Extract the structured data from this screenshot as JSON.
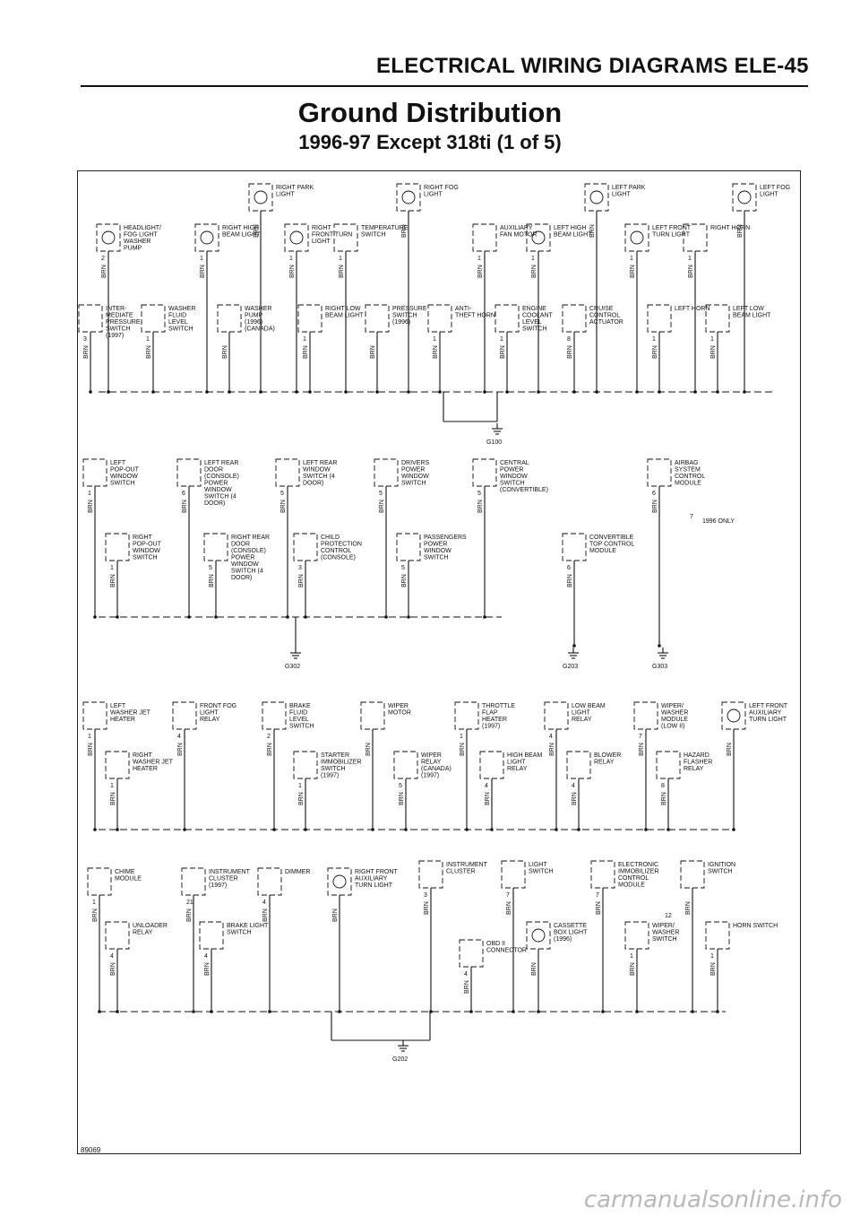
{
  "header": {
    "section_title": "ELECTRICAL WIRING DIAGRAMS ELE-45"
  },
  "title": "Ground Distribution",
  "subtitle": "1996-97 Except 318ti (1 of 5)",
  "figure_code": "89069",
  "footer": "carmanualsonline.info",
  "wire_color": "BRN",
  "grounds": [
    "G100",
    "G302",
    "G203",
    "G303",
    "G202"
  ],
  "section1": {
    "top_components": [
      {
        "label": "HEADLIGHT/ FOG LIGHT WASHER PUMP",
        "pin": "2"
      },
      {
        "label": "RIGHT HIGH BEAM LIGHT",
        "pin": "1"
      },
      {
        "label": "RIGHT PARK LIGHT",
        "pin": ""
      },
      {
        "label": "RIGHT FRONT TURN LIGHT",
        "pin": "1"
      },
      {
        "label": "TEMPERATURE SWITCH",
        "pin": "1"
      },
      {
        "label": "RIGHT FOG LIGHT",
        "pin": ""
      },
      {
        "label": "AUXILIARY FAN MOTOR",
        "pin": "1"
      },
      {
        "label": "LEFT HIGH BEAM LIGHT",
        "pin": "1"
      },
      {
        "label": "LEFT PARK LIGHT",
        "pin": ""
      },
      {
        "label": "LEFT FRONT TURN LIGHT",
        "pin": "1"
      },
      {
        "label": "RIGHT HORN",
        "pin": "1"
      },
      {
        "label": "LEFT FOG LIGHT",
        "pin": ""
      }
    ],
    "mid_components": [
      {
        "label": "INTER- MEDIATE PRESSURE SWITCH (1997)",
        "pin": "3"
      },
      {
        "label": "WASHER FLUID LEVEL SWITCH",
        "pin": "1"
      },
      {
        "label": "WASHER PUMP (1996) (CANADA)",
        "pin": ""
      },
      {
        "label": "RIGHT LOW BEAM LIGHT",
        "pin": "1"
      },
      {
        "label": "PRESSURE SWITCH (1996)",
        "pin": ""
      },
      {
        "label": "ANTI- THEFT HORN",
        "pin": "1"
      },
      {
        "label": "ENGINE COOLANT LEVEL SWITCH",
        "pin": "1"
      },
      {
        "label": "CRUISE CONTROL ACTUATOR",
        "pin": "8"
      },
      {
        "label": "LEFT HORN",
        "pin": "1"
      },
      {
        "label": "LEFT LOW BEAM LIGHT",
        "pin": "1"
      }
    ],
    "ground": "G100"
  },
  "section2": {
    "components": [
      {
        "label": "LEFT POP-OUT WINDOW SWITCH",
        "pin": "1"
      },
      {
        "label": "LEFT REAR DOOR (CONSOLE) POWER WINDOW SWITCH (4 DOOR)",
        "pin": "6"
      },
      {
        "label": "LEFT REAR WINDOW SWITCH (4 DOOR)",
        "pin": "5"
      },
      {
        "label": "DRIVERS POWER WINDOW SWITCH",
        "pin": "5"
      },
      {
        "label": "CENTRAL POWER WINDOW SWITCH (CONVERTIBLE)",
        "pin": "5"
      },
      {
        "label": "AIRBAG SYSTEM CONTROL MODULE",
        "pin": "6"
      },
      {
        "label": "RIGHT POP-OUT WINDOW SWITCH",
        "pin": "1"
      },
      {
        "label": "RIGHT REAR DOOR (CONSOLE) POWER WINDOW SWITCH (4 DOOR)",
        "pin": "5"
      },
      {
        "label": "CHILD PROTECTION CONTROL (CONSOLE)",
        "pin": "3"
      },
      {
        "label": "PASSENGERS POWER WINDOW SWITCH",
        "pin": "5"
      },
      {
        "label": "CONVERTIBLE TOP CONTROL MODULE",
        "pin": "6"
      }
    ],
    "airbag_note": "1996 ONLY",
    "airbag_pin2": "7",
    "grounds": [
      "G302",
      "G203",
      "G303"
    ]
  },
  "section3": {
    "components": [
      {
        "label": "LEFT WASHER JET HEATER",
        "pin": "1"
      },
      {
        "label": "FRONT FOG LIGHT RELAY",
        "pin": "4"
      },
      {
        "label": "BRAKE FLUID LEVEL SWITCH",
        "pin": "2"
      },
      {
        "label": "WIPER MOTOR",
        "pin": ""
      },
      {
        "label": "THROTTLE FLAP HEATER (1997)",
        "pin": "1"
      },
      {
        "label": "LOW BEAM LIGHT RELAY",
        "pin": "4"
      },
      {
        "label": "WIPER/ WASHER MODULE (LOW II)",
        "pin": "7"
      },
      {
        "label": "LEFT FRONT AUXILIARY TURN LIGHT",
        "pin": ""
      },
      {
        "label": "RIGHT WASHER JET HEATER",
        "pin": "1"
      },
      {
        "label": "STARTER IMMOBILIZER SWITCH (1997)",
        "pin": "1"
      },
      {
        "label": "WIPER RELAY (CANADA) (1997)",
        "pin": "5"
      },
      {
        "label": "HIGH BEAM LIGHT RELAY",
        "pin": "4"
      },
      {
        "label": "BLOWER RELAY",
        "pin": "4"
      },
      {
        "label": "HAZARD FLASHER RELAY",
        "pin": "8"
      }
    ]
  },
  "section4": {
    "components": [
      {
        "label": "CHIME MODULE",
        "pin": "1"
      },
      {
        "label": "INSTRUMENT CLUSTER (1997)",
        "pin": "21"
      },
      {
        "label": "DIMMER",
        "pin": "4"
      },
      {
        "label": "RIGHT FRONT AUXILIARY TURN LIGHT",
        "pin": ""
      },
      {
        "label": "INSTRUMENT CLUSTER",
        "pin": "3"
      },
      {
        "label": "LIGHT SWITCH",
        "pin": "7"
      },
      {
        "label": "ELECTRONIC IMMOBILIZER CONTROL MODULE",
        "pin": "7"
      },
      {
        "label": "IGNITION SWITCH",
        "pin": ""
      },
      {
        "label": "UNLOADER RELAY",
        "pin": "4"
      },
      {
        "label": "BRAKE LIGHT SWITCH",
        "pin": "4"
      },
      {
        "label": "OBD II CONNECTOR",
        "pin": "4"
      },
      {
        "label": "CASSETTE BOX LIGHT (1996)",
        "pin": ""
      },
      {
        "label": "WIPER/ WASHER SWITCH",
        "pin": "1"
      },
      {
        "label": "HORN SWITCH",
        "pin": "1"
      }
    ],
    "wiper_pin": "12",
    "ground": "G202"
  }
}
